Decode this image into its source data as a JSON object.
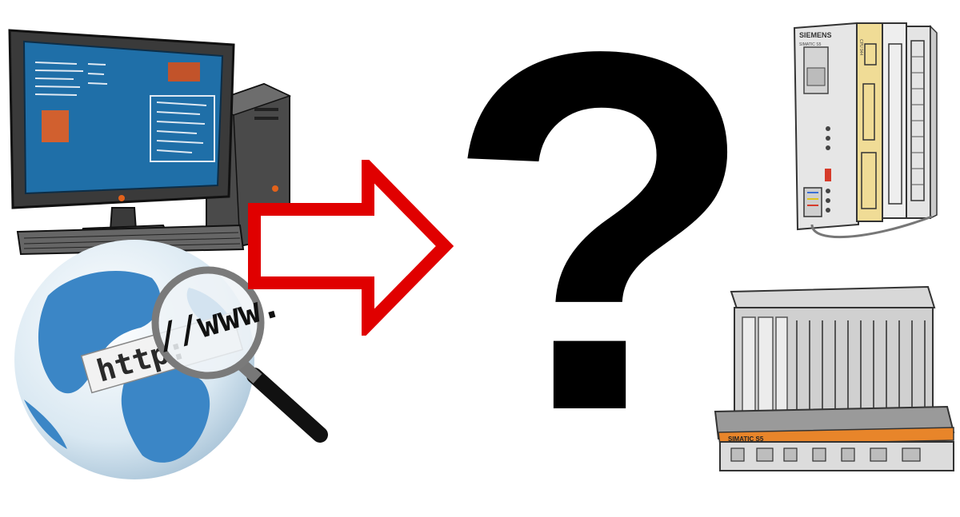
{
  "globe": {
    "label_http": "http:",
    "label_www": "//www."
  },
  "question": {
    "symbol": "?"
  },
  "plc_compact": {
    "brand": "SIEMENS",
    "model": "SIMATIC S5",
    "cpu": "CPU 944"
  },
  "plc_rack": {
    "label": "SIMATIC S5"
  },
  "colors": {
    "screen": "#1f6fa8",
    "monitor": "#3a3a3a",
    "arrow": "#e00000",
    "globe_ocean": "#d9e8f2",
    "globe_land": "#3b86c6",
    "module_yellow": "#f0dc96",
    "rack_stripe": "#e8852a"
  }
}
